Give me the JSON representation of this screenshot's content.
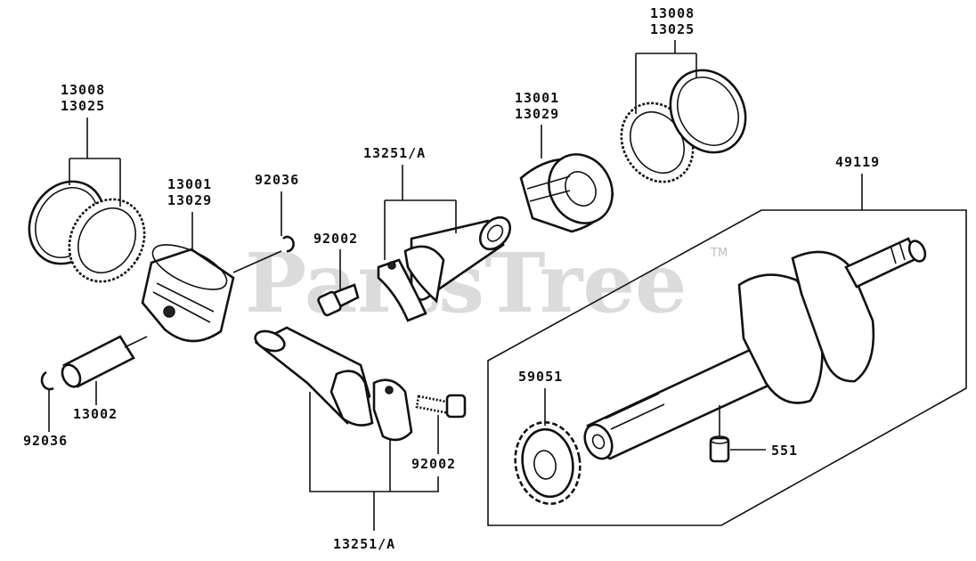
{
  "watermark": {
    "brand": "PartsTree",
    "trademark": "TM"
  },
  "callouts": {
    "ring_set_left": [
      "13008",
      "13025"
    ],
    "piston_left": [
      "13001",
      "13029"
    ],
    "circlip_upper": "92036",
    "rod_upper": "13251/A",
    "bolt_upper": "92002",
    "piston_right": [
      "13001",
      "13029"
    ],
    "ring_set_right": [
      "13008",
      "13025"
    ],
    "crankshaft": "49119",
    "wrist_pin": "13002",
    "circlip_lower": "92036",
    "crank_gear": "59051",
    "dowel_pin": "551",
    "bolt_lower": "92002",
    "rod_lower": "13251/A"
  }
}
